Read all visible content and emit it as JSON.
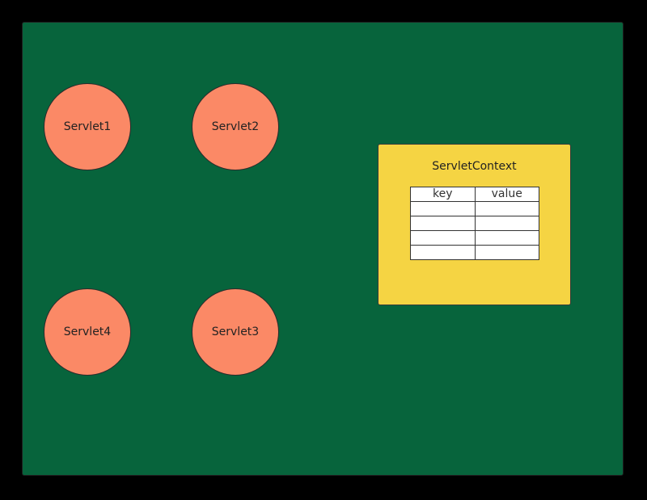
{
  "colors": {
    "background": "#000000",
    "canvas": "#07643c",
    "servlet_fill": "#fb8966",
    "context_fill": "#f5d443",
    "table_fill": "#ffffff"
  },
  "servlets": [
    {
      "label": "Servlet1"
    },
    {
      "label": "Servlet2"
    },
    {
      "label": "Servlet3"
    },
    {
      "label": "Servlet4"
    }
  ],
  "context": {
    "title": "ServletContext",
    "table": {
      "headers": [
        "key",
        "value"
      ],
      "rows": [
        [
          "",
          ""
        ],
        [
          "",
          ""
        ],
        [
          "",
          ""
        ],
        [
          "",
          ""
        ]
      ]
    }
  }
}
